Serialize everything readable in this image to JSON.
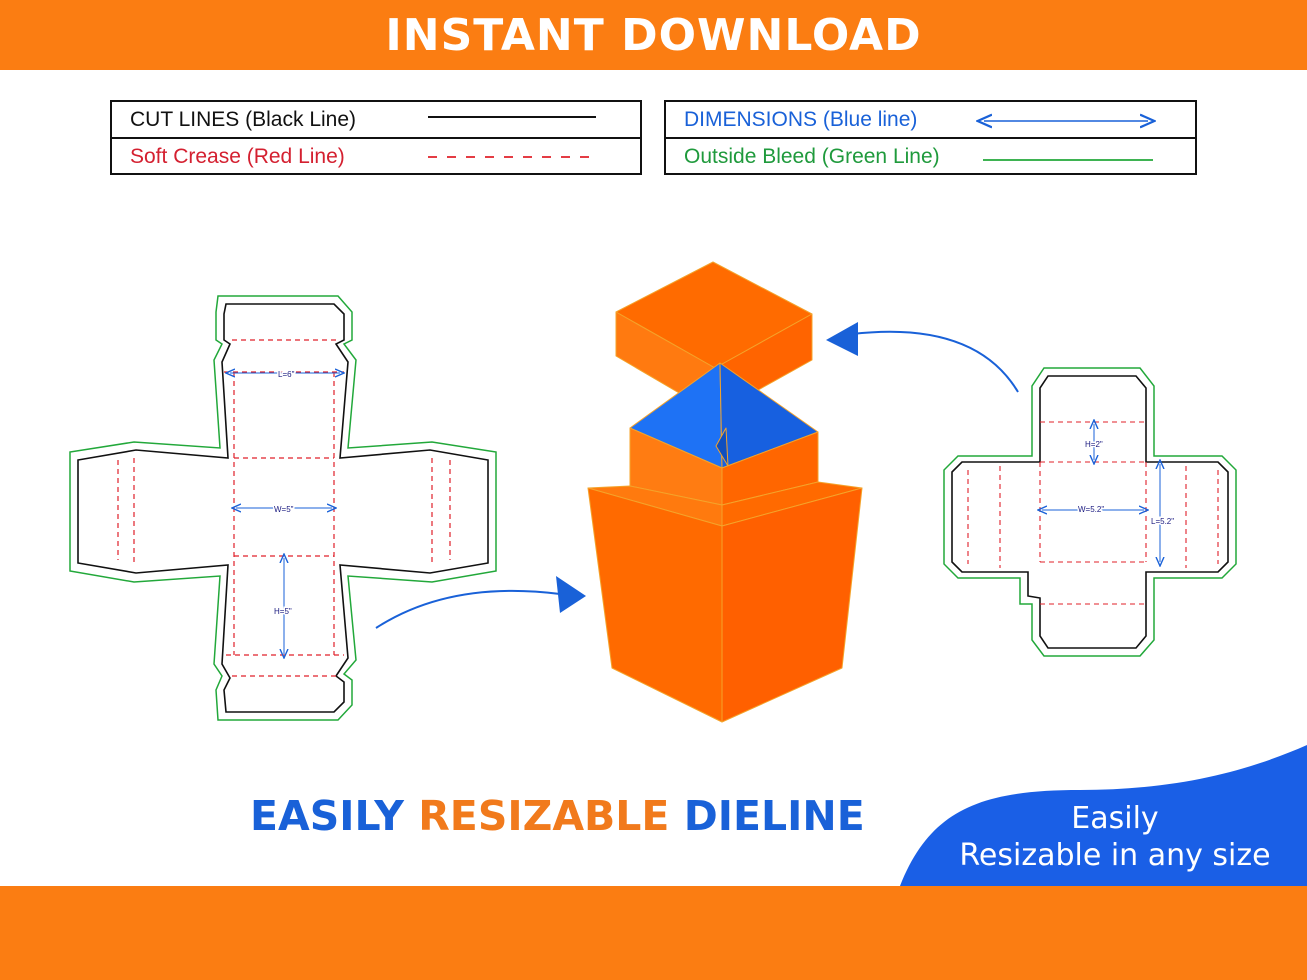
{
  "banner": {
    "title": "INSTANT DOWNLOAD"
  },
  "legend": {
    "cut_lines": "CUT LINES (Black Line)",
    "soft_crease": "Soft Crease (Red Line)",
    "dimensions": "DIMENSIONS (Blue line)",
    "outside_bleed": "Outside Bleed (Green Line)"
  },
  "left_dieline": {
    "length_label": "L=6\"",
    "width_label": "W=5\"",
    "height_label": "H=5\""
  },
  "right_dieline": {
    "height_label": "H=2\"",
    "width_label": "W=5.2\"",
    "length_label": "L=5.2\""
  },
  "headline": {
    "word1": "EASILY",
    "word2": "RESIZABLE",
    "word3": "DIELINE"
  },
  "badge": {
    "line1": "Easily",
    "line2": "Resizable in any size"
  },
  "colors": {
    "orange": "#fb7d12",
    "blue": "#1961d8",
    "cut": "#111111",
    "crease": "#e0202a",
    "bleed": "#22a83a",
    "box_orange": "#ff6a00",
    "box_inner_blue": "#1e6bf2"
  }
}
